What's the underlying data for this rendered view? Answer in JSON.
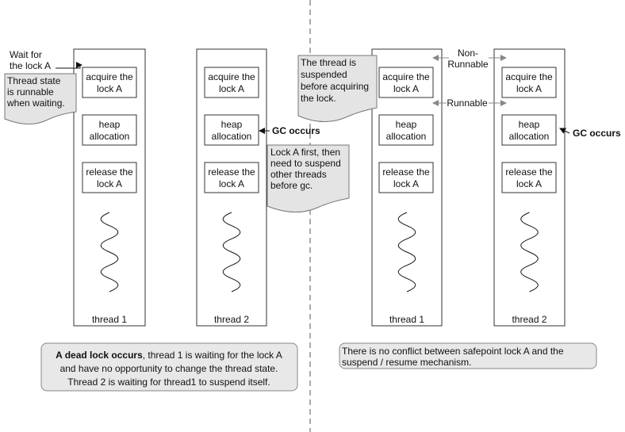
{
  "steps": [
    "acquire the|lock A",
    "heap|allocation",
    "release the|lock A"
  ],
  "thread_labels": [
    "thread 1",
    "thread 2",
    "thread 1",
    "thread 2"
  ],
  "left": {
    "wait_label": "Wait for|the lock A",
    "thread_state_note": "Thread state|is runnable|when  waiting.",
    "gc_label": "GC occurs",
    "lock_note": "Lock A first, then|need to suspend|other threads|before gc.",
    "summary_bold": "A dead lock occurs",
    "summary_rest": ", thread 1 is waiting for the lock A",
    "summary_line2": "and have no opportunity to change the thread state.",
    "summary_line3": "Thread 2 is waiting for thread1 to suspend itself."
  },
  "right": {
    "suspended_note": "The thread is|suspended|before acquiring|the lock.",
    "non_runnable_label": "Non-|Runnable",
    "runnable_label": "Runnable",
    "gc_label": "GC occurs",
    "summary_line1": "There is no conflict between safepoint lock A and the",
    "summary_line2": "suspend / resume mechanism."
  },
  "colors": {
    "line": "#333333",
    "note_fill": "#e4e4e4",
    "note_stroke": "#777777",
    "summary_fill": "#e8e8e8",
    "gray_arrow": "#888888"
  }
}
